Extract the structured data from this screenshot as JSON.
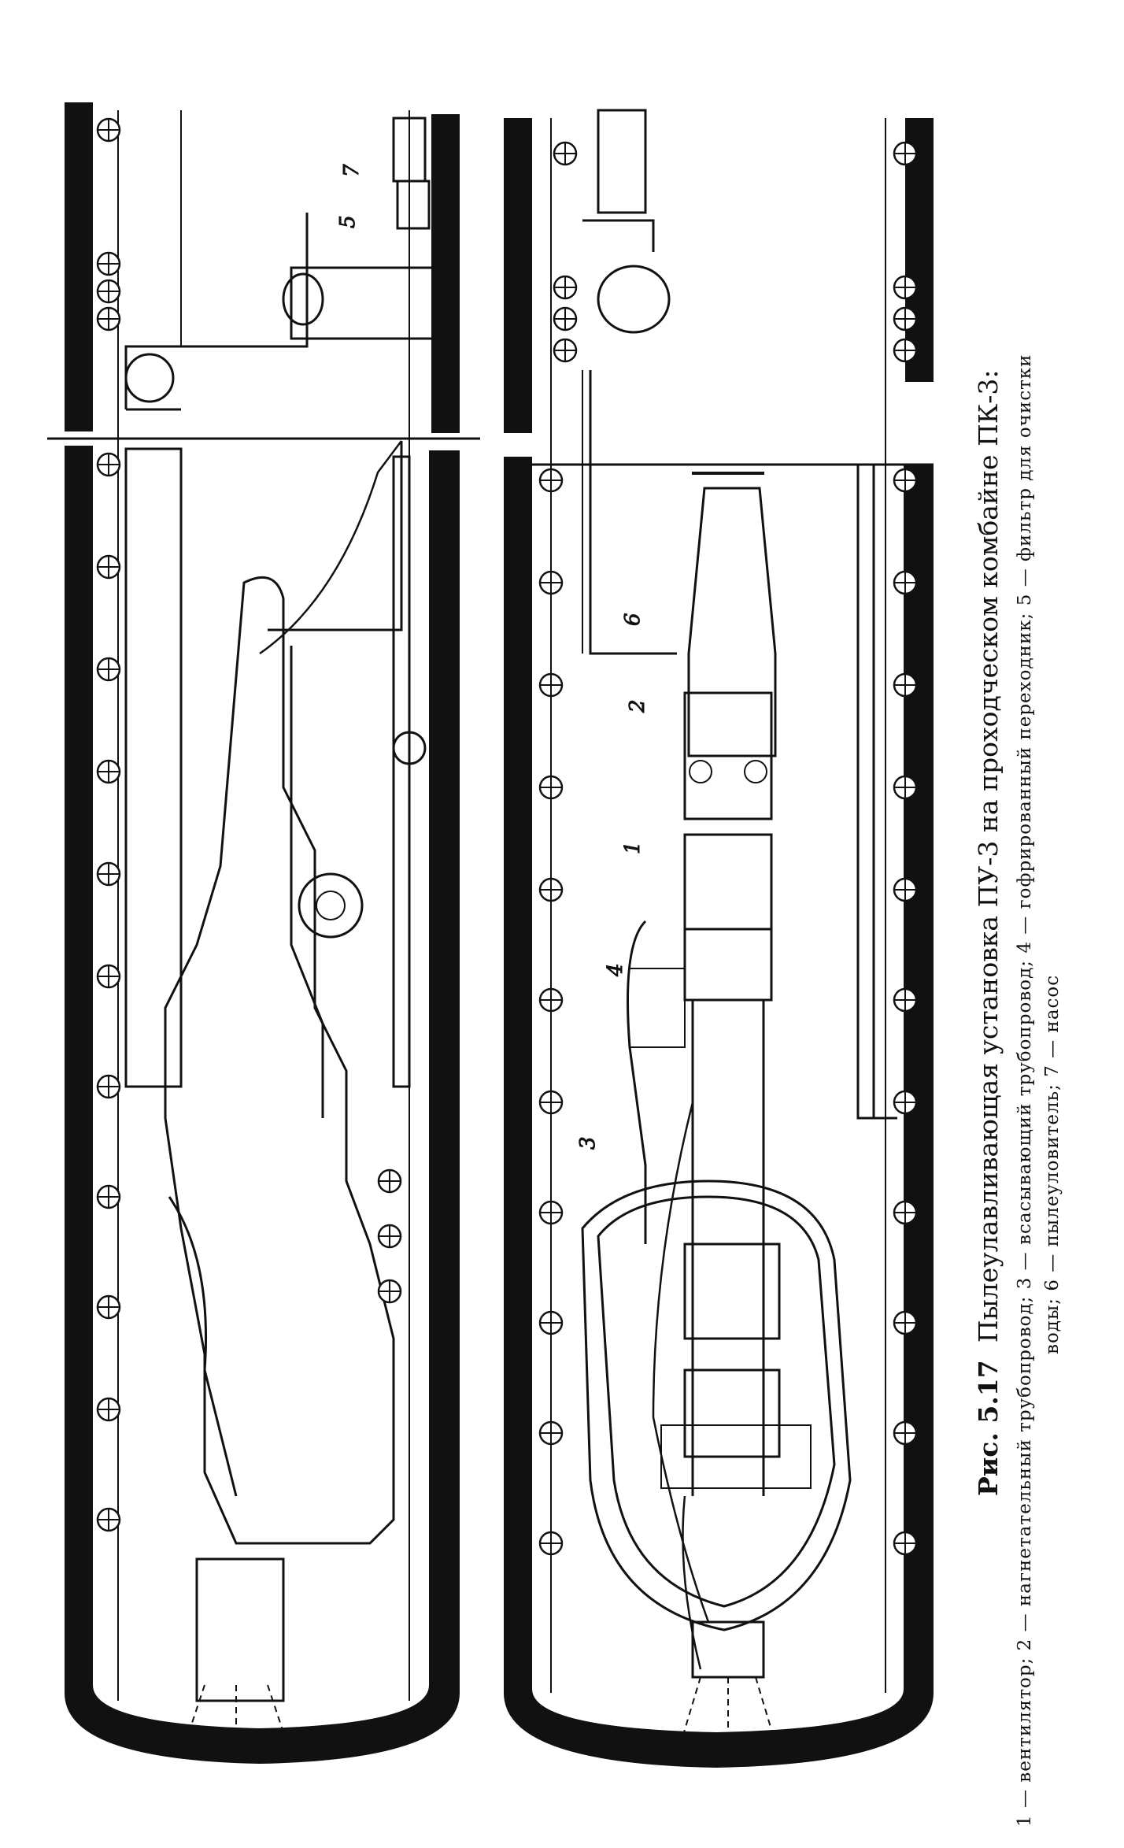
{
  "figure": {
    "number": "Рис. 5.17",
    "title": "Пылеулавливающая установка ПУ-3 на проходческом комбайне ПК-3:",
    "legend_line1": "1 — вентилятор; 2 — нагнетательный трубопровод; 3 — всасывающий трубопровод; 4 — гофрированный переходник; 5 — фильтр для очистки",
    "legend_line2": "воды; 6 — пылеуловитель; 7 — насос"
  },
  "labels": {
    "l1": "1",
    "l2": "2",
    "l3": "3",
    "l4": "4",
    "l5": "5",
    "l6": "6",
    "l7": "7"
  }
}
